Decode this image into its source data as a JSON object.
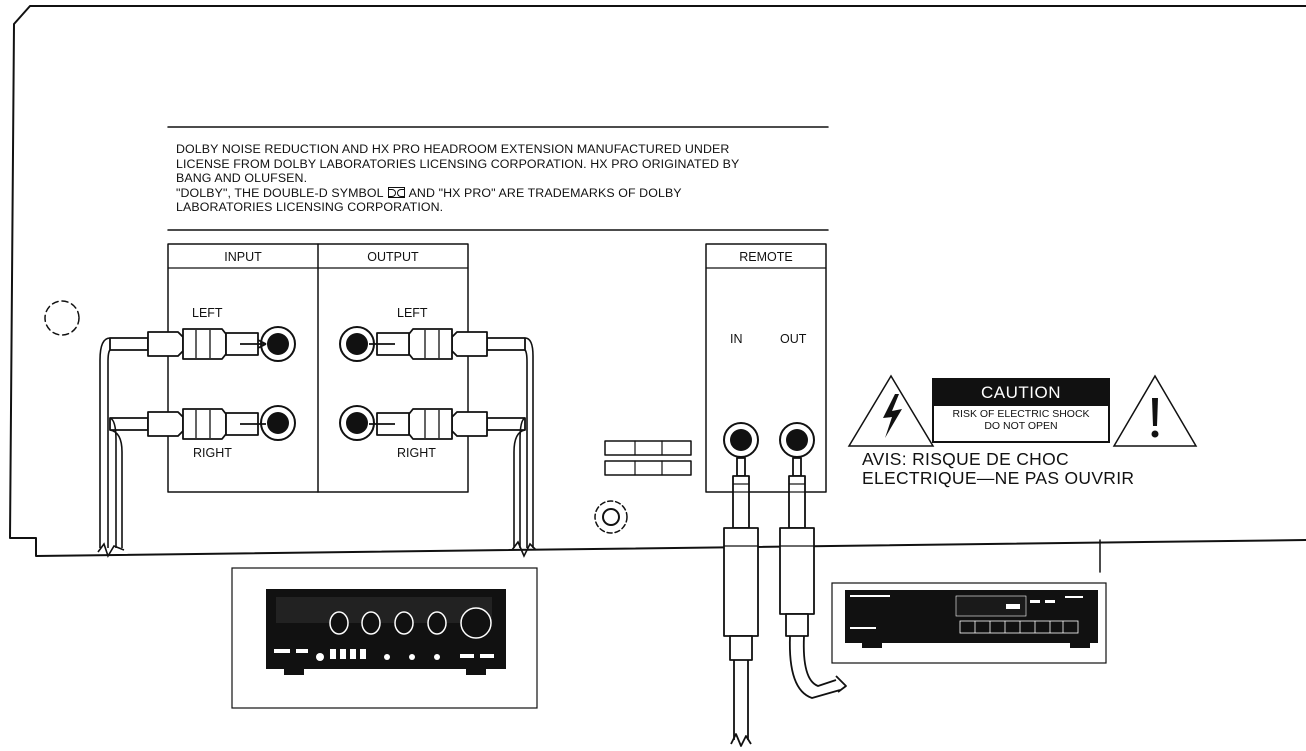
{
  "notice": {
    "line1": "DOLBY NOISE REDUCTION AND HX PRO HEADROOM EXTENSION MANUFACTURED UNDER",
    "line2": "LICENSE FROM DOLBY LABORATORIES LICENSING CORPORATION. HX PRO ORIGINATED BY",
    "line3": "BANG AND OLUFSEN.",
    "line4_before_symbol": "\"DOLBY\", THE DOUBLE-D SYMBOL",
    "line4_after_symbol": "AND \"HX PRO\" ARE TRADEMARKS OF DOLBY",
    "line5": "LABORATORIES LICENSING CORPORATION."
  },
  "input_panel": {
    "header": "INPUT",
    "left_label": "LEFT",
    "right_label": "RIGHT"
  },
  "output_panel": {
    "header": "OUTPUT",
    "left_label": "LEFT",
    "right_label": "RIGHT"
  },
  "remote_panel": {
    "header": "REMOTE",
    "in_label": "IN",
    "out_label": "OUT"
  },
  "caution": {
    "title": "CAUTION",
    "line1": "RISK OF ELECTRIC SHOCK",
    "line2": "DO NOT OPEN"
  },
  "avis": {
    "line1": "AVIS: RISQUE DE CHOC",
    "line2": "ELECTRIQUE—NE PAS OUVRIR"
  },
  "icons": {
    "warning_left": "lightning-warning-icon",
    "warning_right": "exclamation-warning-icon"
  },
  "colors": {
    "ink": "#111111",
    "paper": "#ffffff"
  }
}
